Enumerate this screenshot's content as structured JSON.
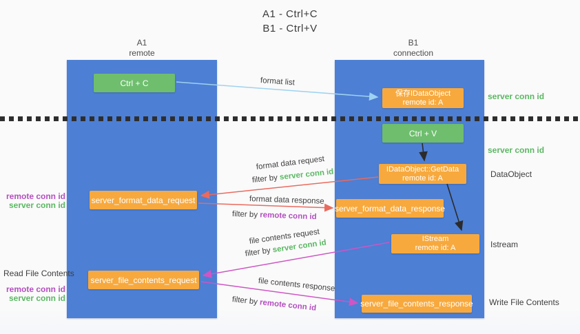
{
  "title": {
    "line1": "A1 - Ctrl+C",
    "line2": "B1 - Ctrl+V"
  },
  "columns": {
    "left": {
      "name": "A1",
      "subtitle": "remote"
    },
    "right": {
      "name": "B1",
      "subtitle": "connection"
    }
  },
  "nodes": {
    "ctrl_c": {
      "label": "Ctrl + C"
    },
    "save_idataobject": {
      "line1": "保存IDataObject",
      "line2": "remote id: A"
    },
    "ctrl_v": {
      "label": "Ctrl + V"
    },
    "getdata": {
      "line1": "IDataObject::GetData",
      "line2": "remote id: A"
    },
    "format_request": {
      "label": "server_format_data_request"
    },
    "format_response": {
      "label": "server_format_data_response"
    },
    "istream": {
      "line1": "IStream",
      "line2": "remote id: A"
    },
    "file_request": {
      "label": "server_file_contents_request"
    },
    "file_response": {
      "label": "server_file_contents_response"
    }
  },
  "edge_labels": {
    "format_list": "format list",
    "format_data_request": "format data request",
    "format_data_response": "format data response",
    "file_contents_request": "file contents request",
    "file_contents_response": "file contents response",
    "filter_prefix": "filter by ",
    "filter_server": "server conn id",
    "filter_remote": "remote conn id"
  },
  "side_labels": {
    "server_conn_top": "server conn id",
    "server_conn_mid": "server conn id",
    "dataobject": "DataObject",
    "istream": "Istream",
    "read_file": "Read File Contents",
    "write_file": "Write File Contents",
    "remote_conn_format": "remote conn id",
    "server_conn_format": "server conn id",
    "remote_conn_file": "remote conn id",
    "server_conn_file": "server conn id"
  },
  "colors": {
    "lifeline_blue": "#4d7fd4",
    "node_green": "#6ebe6e",
    "node_orange": "#f7a93e",
    "green_text": "#5bb763",
    "purple_text": "#b34fc0",
    "red_arrow": "#ea6a5e",
    "magenta_arrow": "#cf55c5",
    "light_blue_arrow": "#9ed2f0",
    "black_arrow": "#2b2b2b"
  }
}
